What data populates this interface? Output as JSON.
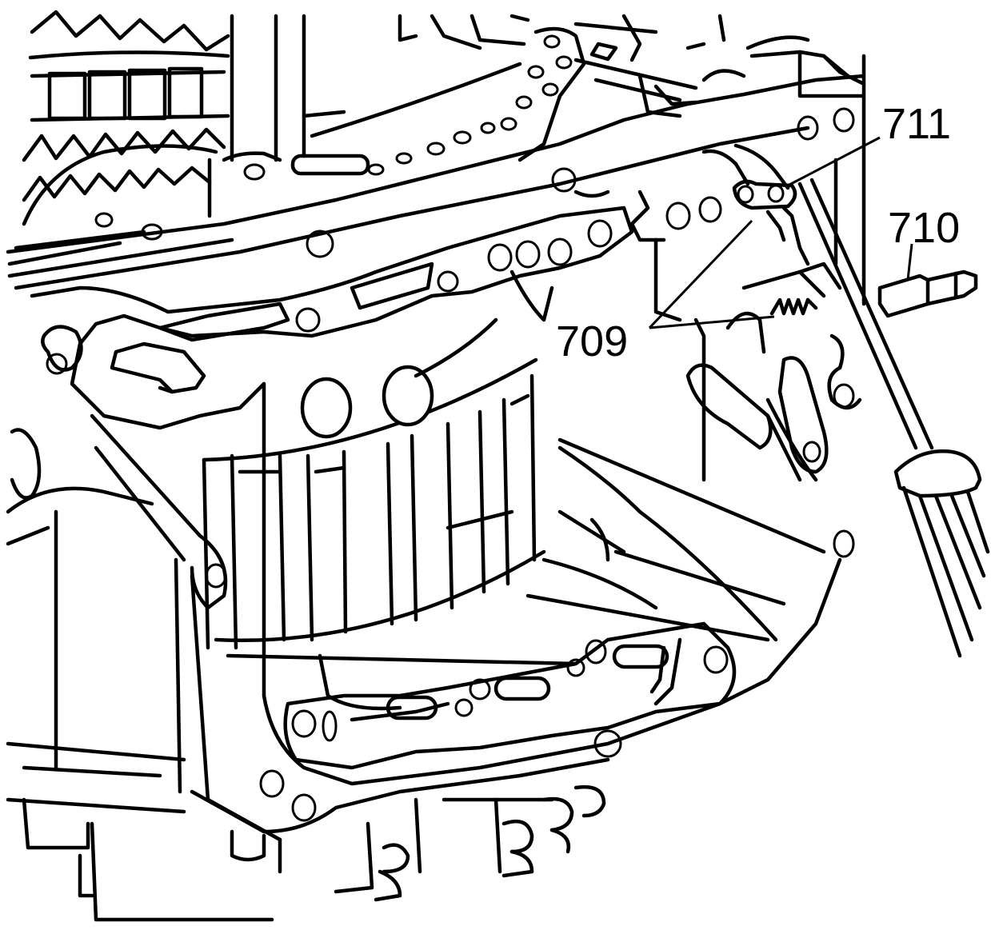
{
  "callouts": [
    {
      "id": "711",
      "label": "711"
    },
    {
      "id": "710",
      "label": "710"
    },
    {
      "id": "709",
      "label": "709"
    }
  ]
}
